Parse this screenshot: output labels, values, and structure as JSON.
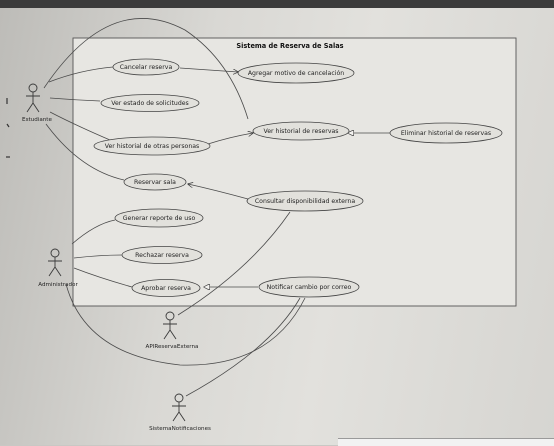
{
  "diagram": {
    "title": "Sistema de Reserva de Salas",
    "actors": [
      {
        "id": "estudiante",
        "label": "Estudiante"
      },
      {
        "id": "administrador",
        "label": "Administrador"
      },
      {
        "id": "api",
        "label": "APIReservaExterna"
      },
      {
        "id": "notif",
        "label": "SistemaNotificaciones"
      }
    ],
    "use_cases": [
      {
        "id": "cancelar",
        "label": "Cancelar reserva"
      },
      {
        "id": "motivo",
        "label": "Agregar motivo de cancelación"
      },
      {
        "id": "estado",
        "label": "Ver estado de solicitudes"
      },
      {
        "id": "historial_otras",
        "label": "Ver historial de otras personas"
      },
      {
        "id": "historial",
        "label": "Ver historial de reservas"
      },
      {
        "id": "eliminar",
        "label": "Eliminar historial de reservas"
      },
      {
        "id": "reservar",
        "label": "Reservar sala"
      },
      {
        "id": "consultar",
        "label": "Consultar disponibilidad externa"
      },
      {
        "id": "reporte",
        "label": "Generar reporte de uso"
      },
      {
        "id": "rechazar",
        "label": "Rechazar reserva"
      },
      {
        "id": "aprobar",
        "label": "Aprobar reserva"
      },
      {
        "id": "notificar",
        "label": "Notificar cambio por correo"
      }
    ]
  }
}
